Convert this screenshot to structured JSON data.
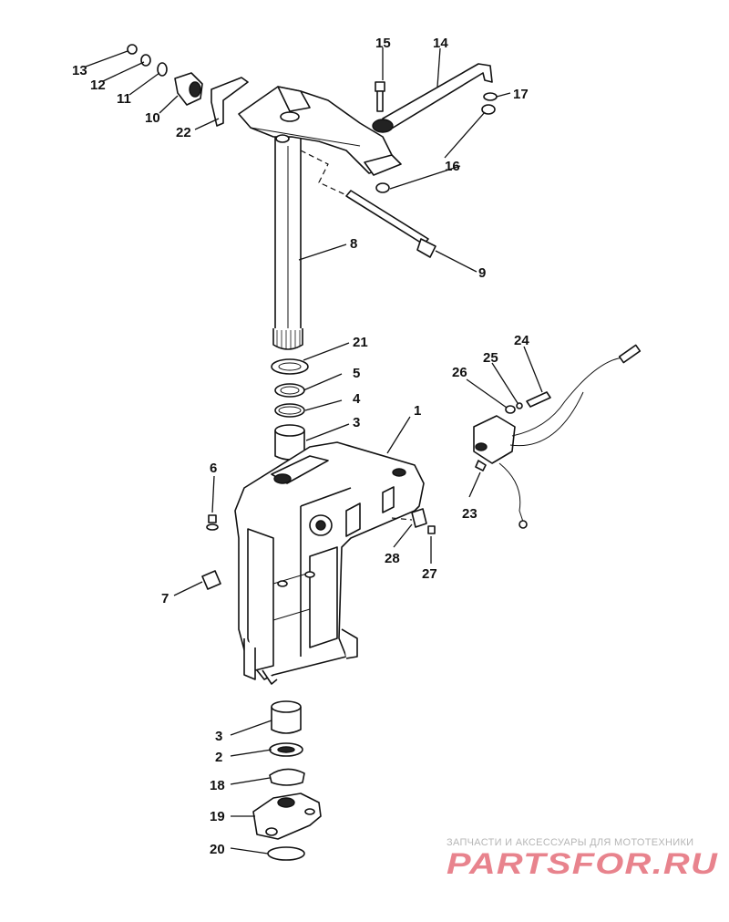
{
  "callouts": {
    "c1": "1",
    "c2": "2",
    "c3a": "3",
    "c3b": "3",
    "c4": "4",
    "c5": "5",
    "c6": "6",
    "c7": "7",
    "c8": "8",
    "c9": "9",
    "c10": "10",
    "c11": "11",
    "c12": "12",
    "c13": "13",
    "c14": "14",
    "c15": "15",
    "c16": "16",
    "c17": "17",
    "c18": "18",
    "c19": "19",
    "c20": "20",
    "c21": "21",
    "c22": "22",
    "c23": "23",
    "c24": "24",
    "c25": "25",
    "c26": "26",
    "c27": "27",
    "c28": "28"
  },
  "watermark": {
    "caption": "ЗАПЧАСТИ И АКСЕССУАРЫ ДЛЯ МОТОТЕХНИКИ",
    "logo_text": "PARTSFOR.RU",
    "color": "#e8838d"
  }
}
